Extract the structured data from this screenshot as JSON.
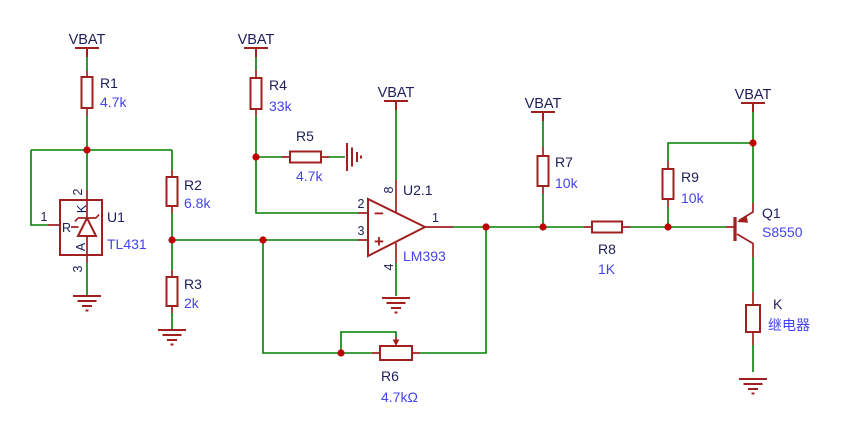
{
  "colors": {
    "background": "#ffffff",
    "wire": "#008000",
    "symbol": "#a02020",
    "junction": "#c00000",
    "designator": "#1e1e5a",
    "value": "#4444ee"
  },
  "power": {
    "net": "VBAT"
  },
  "components": {
    "r1": {
      "ref": "R1",
      "value": "4.7k"
    },
    "r2": {
      "ref": "R2",
      "value": "6.8k"
    },
    "r3": {
      "ref": "R3",
      "value": "2k"
    },
    "r4": {
      "ref": "R4",
      "value": "33k"
    },
    "r5": {
      "ref": "R5",
      "value": "4.7k"
    },
    "r6": {
      "ref": "R6",
      "value": "4.7kΩ"
    },
    "r7": {
      "ref": "R7",
      "value": "10k"
    },
    "r8": {
      "ref": "R8",
      "value": "1K"
    },
    "r9": {
      "ref": "R9",
      "value": "10k"
    },
    "u1": {
      "ref": "U1",
      "value": "TL431",
      "pin1": "1",
      "pin2": "2",
      "pin3": "3",
      "ref_pin": "R",
      "cathode": "K",
      "anode": "A"
    },
    "u2": {
      "ref": "U2.1",
      "value": "LM393",
      "pin_inv": "2",
      "pin_noninv": "3",
      "pin_out": "1",
      "pin_vcc": "8",
      "pin_gnd": "4",
      "minus": "−",
      "plus": "+"
    },
    "q1": {
      "ref": "Q1",
      "value": "S8550"
    },
    "k1": {
      "ref": "K",
      "value": "继电器"
    }
  }
}
